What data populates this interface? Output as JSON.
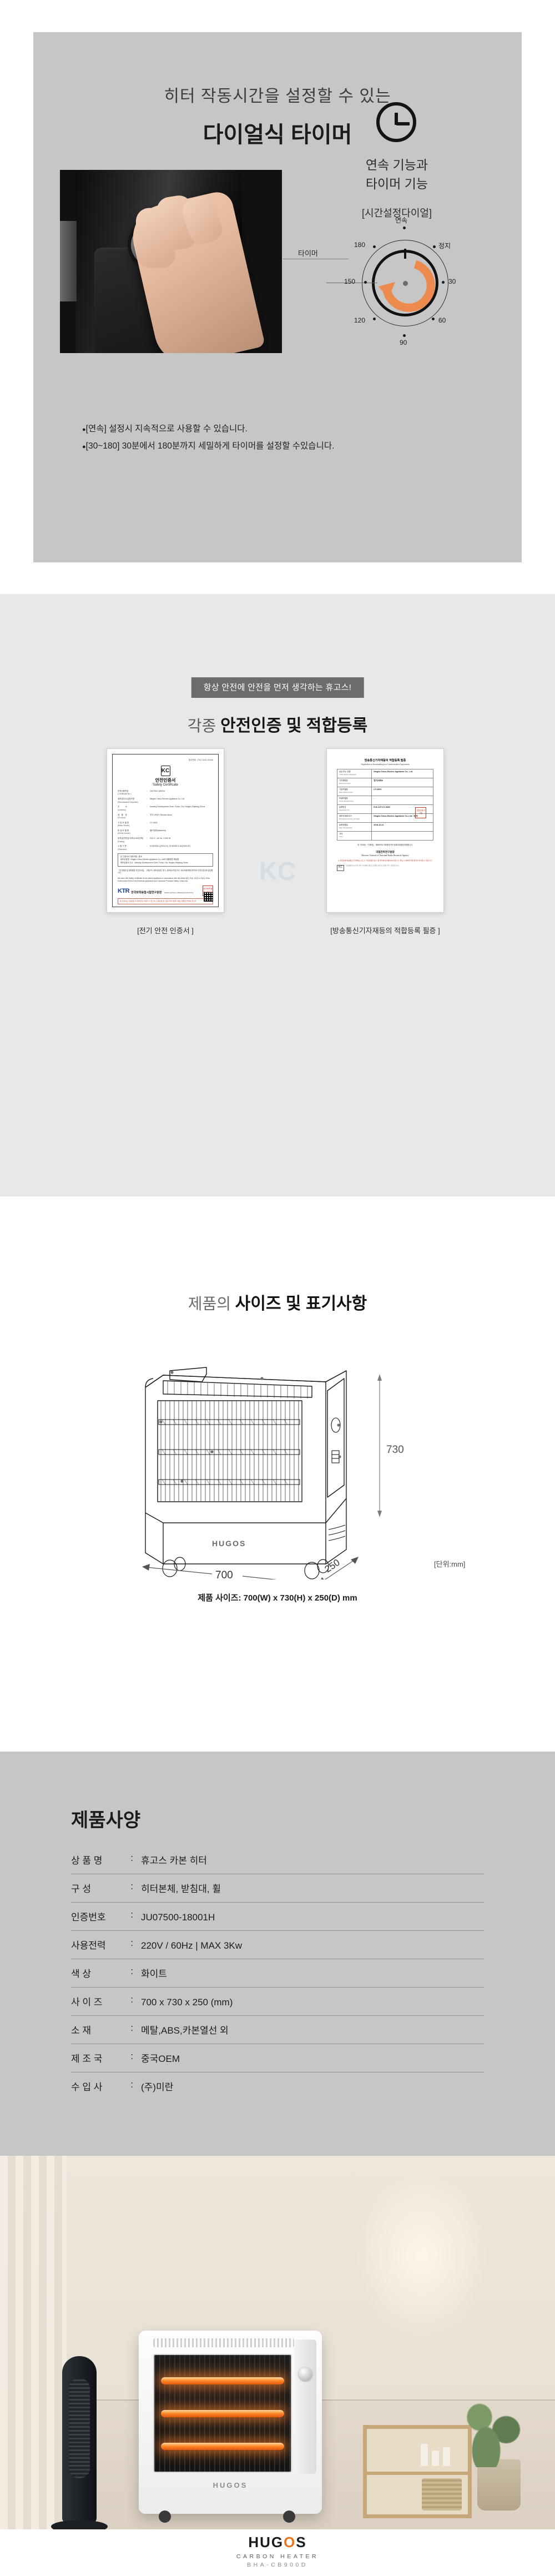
{
  "timer": {
    "headline_thin": "히터 작동시간을 설정할 수 있는",
    "headline_bold": "다이얼식 타이머",
    "connector_label": "타이머",
    "clock_icon": "clock-icon",
    "feature_caption_line1": "연속 기능과",
    "feature_caption_line2": "타이머 기능",
    "dial_title": "[시간설정다이얼]",
    "dial": {
      "top_label": "연속",
      "stop_label": "정지",
      "ticks": [
        "180",
        "150",
        "120",
        "90",
        "60",
        "30"
      ],
      "arrow_color": "#ed8b4e"
    },
    "bullets": [
      "[연속] 설정시 지속적으로 사용할 수 있습니다.",
      "[30~180] 30분에서 180분까지 세밀하게 타이머를 설정할 수있습니다."
    ]
  },
  "cert": {
    "badge": "항상 안전에 안전을 먼저 생각하는 휴고스!",
    "title_thin": "각종",
    "title_bold": "안전인증 및 적합등록",
    "watermark": "KC",
    "left_doc": {
      "receipt_no": "접수번호 : CKC-2021-02440",
      "kc_mark": "KC",
      "title_ko": "안전인증서",
      "title_en": "Safety Certificate",
      "rows": [
        {
          "k_ko": "안전인증번호",
          "k_en": "(Certificate No.)",
          "v": "JU07500-18001H"
        },
        {
          "k_ko": "제조업자/수입업자명",
          "k_en": "(Manufacturer/Importer)",
          "v": "Ningbo Cetus Electric Appliance Co.,Ltd"
        },
        {
          "k_ko": "주　　　소",
          "k_en": "(Address)",
          "v": "Industry Development Zone, Fuhai, Cixi, Ningbo Zhejiang China"
        },
        {
          "k_ko": "제　품　명",
          "k_en": "(Product)",
          "v": "전기스토브 / Electric stove"
        },
        {
          "k_ko": "기 본 모 델 명",
          "k_en": "(Basic Model)",
          "v": "CY-300C"
        },
        {
          "k_ko": "파 생 모 델 명",
          "k_en": "(Series Model)",
          "v": "별도첨부(Attached)"
        },
        {
          "k_ko": "정격(정격전압/주파수/소비전력)",
          "k_en": "(Rating)",
          "v": "220 V~, 60 Hz, 3 000 W"
        },
        {
          "k_ko": "시 험 기 준",
          "k_en": "(Standard)",
          "v": "KC60335-1(2018-10), KC60335-2-30(2018-02)"
        }
      ],
      "box_lines": [
        "본 인증서의 제조국명 : 중국",
        "제조공장명 : Ningbo Cetus Electric Appliance Co.,Ltd의 제품에만 해당함",
        "제조공장의 주소 : Industry Development Zone, Fuhai, Cixi, Ningbo Zhejiang China"
      ],
      "note_ko": "「전기용품 및 생활용품 안전관리법」 시행규칙, 제조공정명, 형식, 제조장소변경 또는 제1조제5항제1에 따라 안전인증서를 발급합니다.",
      "note_en": "We issue this Safety Certificate for the above appliances in accordance with the Article 8(2), 9(4), 10(2) or 15(2) of the Enforcement Rule of the Electrical Appliances and Consumer Products Safety Control Act.",
      "institute_mark": "KTR",
      "institute_ko": "한국화학융합시험연구원장",
      "institute_en": "KOREA TESTING & RESEARCH INSTITUTE",
      "stamp": "한국화학융합시험연구원",
      "red_note": "본 인증서는 인증받은 자 명의로만 사용할 수 있으며, 인증번호 및 인증사항의 변경 시에는 재발급 받아야 합니다."
    },
    "right_doc": {
      "title_ko": "방송통신기자재등의 적합등록 필증",
      "title_en": "Registration of Broadcasting and Communication Equipments",
      "rows": [
        {
          "k_ko": "상호 또는 성명",
          "k_en": "Trade Name or Registrant",
          "v": "Ningbo Cetus Electric Appliance Co., Ltd."
        },
        {
          "k_ko": "기자재명칭",
          "k_en": "Equipment Name",
          "v": "전기스토브"
        },
        {
          "k_ko": "기본모델명",
          "k_en": "Basic Model Number",
          "v": "CY-300C"
        },
        {
          "k_ko": "파생모델명",
          "k_en": "Series Model Number",
          "v": "-"
        },
        {
          "k_ko": "등록번호",
          "k_en": "Registration No.",
          "v": "R-R-CeT-CY-300C"
        },
        {
          "k_ko": "제조자/제조국가",
          "k_en": "Manufacturer/Country of Origin",
          "v": "Ningbo Cetus Electric Appliance Co.,Ltd. / 중국"
        },
        {
          "k_ko": "등록연월일",
          "k_en": "Date of Registration",
          "v": "2018-10-11"
        },
        {
          "k_ko": "기타",
          "k_en": "Other",
          "v": ""
        }
      ],
      "foot_note": "위 기자재는 「전파법」 제58조의2 제3항에 따라 등록되었음을 증명합니다.",
      "sign_ko": "국립전파연구원장",
      "sign_en": "Director General of National Radio Research Agency",
      "red_note": "※ 적합등록 방송통신기자재에는 반드시 \"적합성평가표시\"를 부착하여 유통하여야 합니다. 위반시 세부에 따른 벌칙이 부과될 수 있습니다.",
      "kc_mark": "KC"
    },
    "caption_left": "[전기 안전 인증서 ]",
    "caption_right": "[방송통신기자재등의 적합등록 필증 ]"
  },
  "size": {
    "title_thin": "제품의",
    "title_bold": "사이즈 및 표기사항",
    "brand_on_unit": "HUGOS",
    "dim_width": "700",
    "dim_height": "730",
    "dim_depth": "250",
    "unit_note": "[단위:mm]",
    "caption": "제품 사이즈: 700(W) x 730(H) x 250(D) mm"
  },
  "spec": {
    "title": "제품사양",
    "rows": [
      {
        "label": "상 품 명",
        "value": "휴고스 카본 히터"
      },
      {
        "label": "구 성",
        "value": "히터본체, 받침대, 휠"
      },
      {
        "label": "인증번호",
        "value": "JU07500-18001H"
      },
      {
        "label": "사용전력",
        "value": "220V / 60Hz  | MAX 3Kw"
      },
      {
        "label": "색 상",
        "value": "화이트"
      },
      {
        "label": "사 이 즈",
        "value": "700 x 730 x 250 (mm)"
      },
      {
        "label": "소 재",
        "value": "메탈,ABS,카본열선 외"
      },
      {
        "label": "제 조 국",
        "value": "중국OEM"
      },
      {
        "label": "수 입 사",
        "value": "(주)미란"
      }
    ]
  },
  "photo": {
    "heater_logo": "HUGOS"
  },
  "brand": {
    "name_pre": "HUG",
    "name_o": "O",
    "name_post": "S",
    "tagline": "CARBON HEATER",
    "model": "BHA-CB900D"
  }
}
